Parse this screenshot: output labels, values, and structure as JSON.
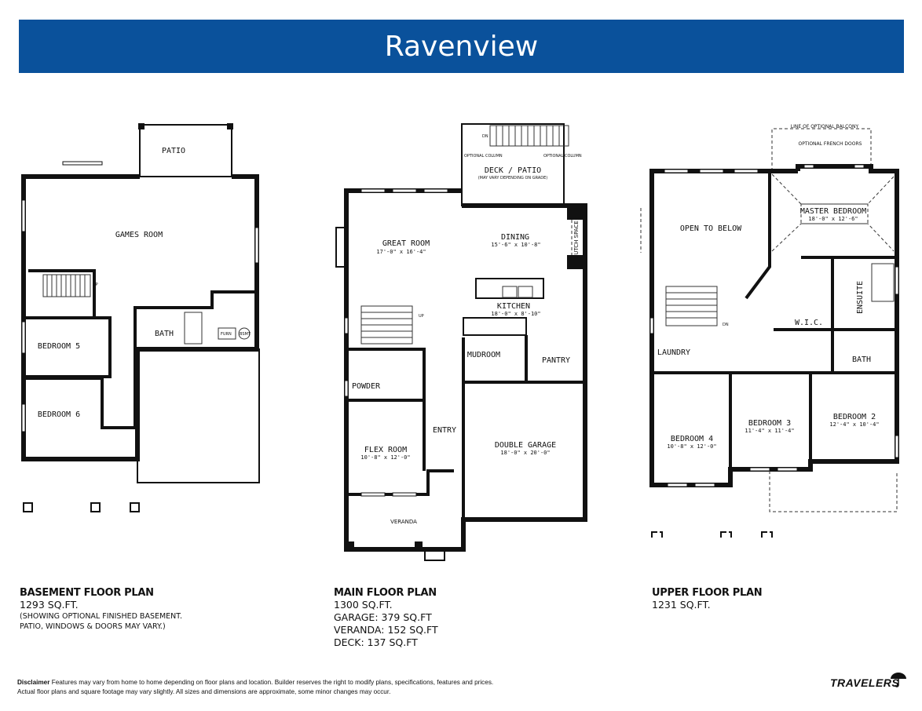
{
  "title": "Ravenview",
  "basement": {
    "heading": "BASEMENT FLOOR PLAN",
    "area": "1293 SQ.FT.",
    "note_1": "(SHOWING OPTIONAL FINISHED BASEMENT.",
    "note_2": "PATIO, WINDOWS & DOORS MAY VARY.)",
    "rooms": {
      "patio": "PATIO",
      "games": "GAMES ROOM",
      "bath": "BATH",
      "bed5": "BEDROOM 5",
      "bed6": "BEDROOM 6",
      "up": "UP",
      "furn": "FURN",
      "bsmt": "BSMT"
    }
  },
  "main": {
    "heading": "MAIN FLOOR PLAN",
    "area": "1300 SQ.FT.",
    "garage": "GARAGE: 379 SQ.FT",
    "veranda": "VERANDA: 152 SQ.FT",
    "deck": "DECK: 137 SQ.FT",
    "rooms": {
      "deck": "DECK / PATIO",
      "deck_note": "(MAY VARY DEPENDING ON GRADE)",
      "opt_col": "OPTIONAL COLUMN",
      "dn": "DN",
      "great": "GREAT ROOM",
      "great_dim": "17'-0\" x 16'-4\"",
      "dining": "DINING",
      "dining_dim": "15'-6\" x 10'-8\"",
      "hutch": "HUTCH SPACE",
      "kitchen": "KITCHEN",
      "kitchen_dim": "18'-0\" x 8'-10\"",
      "mudroom": "MUDROOM",
      "pantry": "PANTRY",
      "powder": "POWDER",
      "entry": "ENTRY",
      "flex": "FLEX ROOM",
      "flex_dim": "10'-8\" x 12'-0\"",
      "garage": "DOUBLE GARAGE",
      "garage_dim": "18'-0\" x 20'-0\"",
      "veranda": "VERANDA",
      "up": "UP"
    }
  },
  "upper": {
    "heading": "UPPER FLOOR PLAN",
    "area": "1231 SQ.FT.",
    "rooms": {
      "balcony": "LINE OF OPTIONAL BALCONY",
      "french": "OPTIONAL FRENCH DOORS",
      "open": "OPEN TO BELOW",
      "master": "MASTER BEDROOM",
      "master_dim": "18'-0\" x 12'-6\"",
      "ensuite": "ENSUITE",
      "wic": "W.I.C.",
      "laundry": "LAUNDRY",
      "bath": "BATH",
      "bed4": "BEDROOM 4",
      "bed4_dim": "10'-8\" x 12'-0\"",
      "bed3": "BEDROOM 3",
      "bed3_dim": "11'-4\" x 11'-4\"",
      "bed2": "BEDROOM 2",
      "bed2_dim": "12'-4\" x 10'-4\"",
      "dn": "DN"
    }
  },
  "disclaimer": {
    "label": "Disclaimer",
    "text": " Features may vary from home to home depending on floor plans and location. Builder reserves the right to modify plans, specifications, features and prices. Actual floor plans and square footage may vary slightly. All sizes and dimensions are approximate, some minor changes may occur."
  },
  "logo": "TRAVELERS",
  "colors": {
    "banner": "#0a519b"
  }
}
